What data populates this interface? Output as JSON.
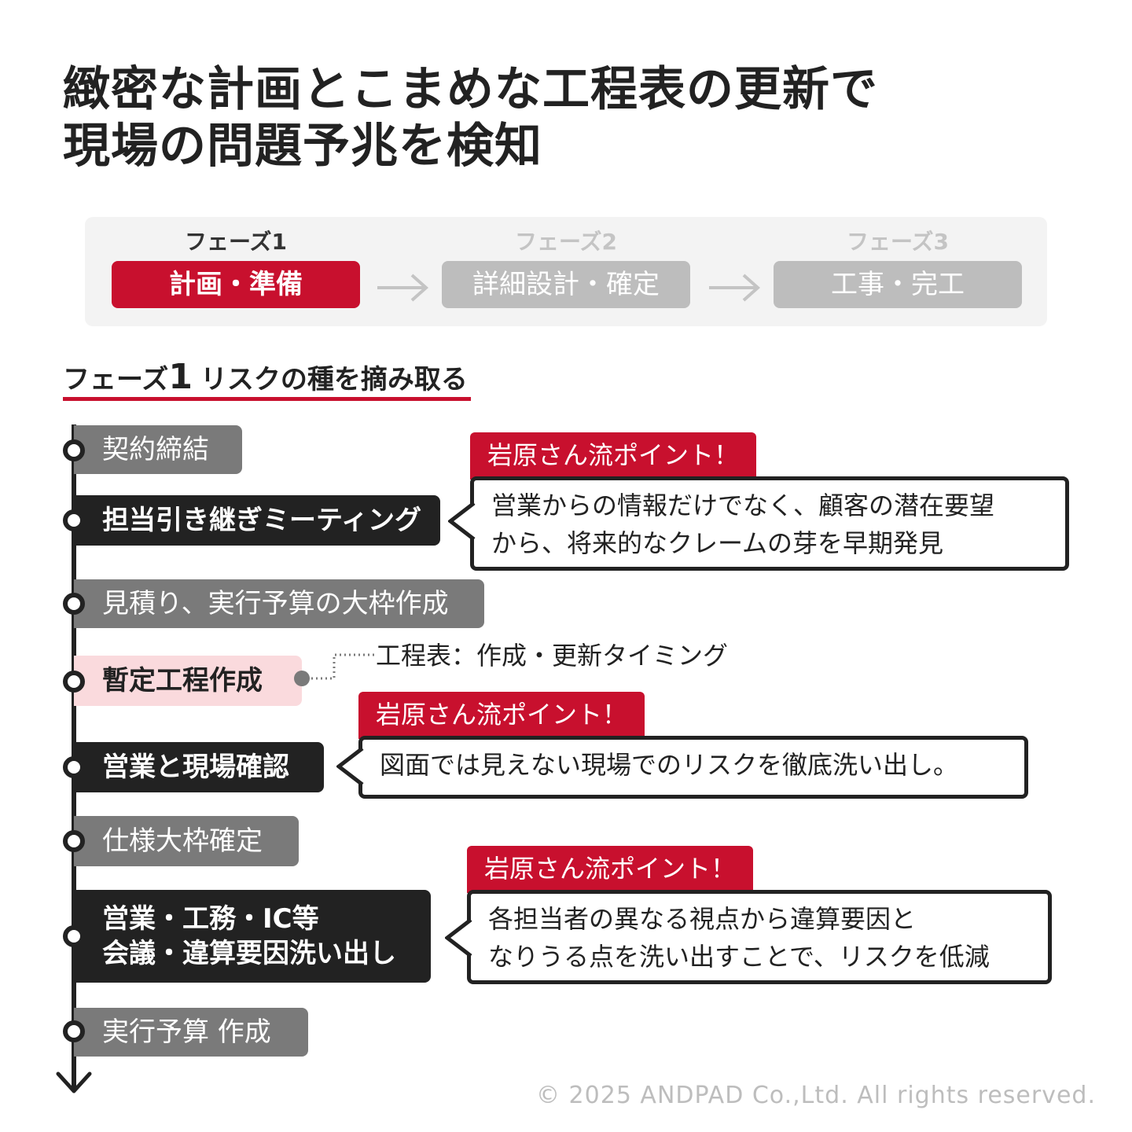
{
  "title": {
    "line1": "緻密な計画とこまめな工程表の更新で",
    "line2": "現場の問題予兆を検知"
  },
  "phases": [
    {
      "label": "フェーズ1",
      "name": "計画・準備",
      "active": true
    },
    {
      "label": "フェーズ2",
      "name": "詳細設計・確定",
      "active": false
    },
    {
      "label": "フェーズ3",
      "name": "工事・完工",
      "active": false
    }
  ],
  "section_heading": {
    "prefix": "フェーズ",
    "number": "1",
    "text": "リスクの種を摘み取る"
  },
  "steps": [
    {
      "lines": [
        "契約締結"
      ],
      "style": "gray"
    },
    {
      "lines": [
        "担当引き継ぎミーティング"
      ],
      "style": "dark"
    },
    {
      "lines": [
        "見積り、実行予算の大枠作成"
      ],
      "style": "gray"
    },
    {
      "lines": [
        "暫定工程作成"
      ],
      "style": "pink"
    },
    {
      "lines": [
        "営業と現場確認"
      ],
      "style": "dark"
    },
    {
      "lines": [
        "仕様大枠確定"
      ],
      "style": "gray"
    },
    {
      "lines": [
        "営業・工務・IC等",
        "会議・違算要因洗い出し"
      ],
      "style": "dark"
    },
    {
      "lines": [
        "実行予算 作成"
      ],
      "style": "gray"
    }
  ],
  "tips": [
    {
      "tag": "岩原さん流ポイント！",
      "lines": [
        "営業からの情報だけでなく、顧客の潜在要望",
        "から、将来的なクレームの芽を早期発見"
      ]
    },
    {
      "tag": "岩原さん流ポイント！",
      "lines": [
        "図面では見えない現場でのリスクを徹底洗い出し。"
      ]
    },
    {
      "tag": "岩原さん流ポイント！",
      "lines": [
        "各担当者の異なる視点から違算要因と",
        "なりうる点を洗い出すことで、リスクを低減"
      ]
    }
  ],
  "schedule_note": "工程表：作成・更新タイミング",
  "copyright": "© 2025 ANDPAD Co.,Ltd. All rights reserved.",
  "colors": {
    "accent": "#c8102e",
    "dark": "#222222",
    "gray": "#7a7a7a",
    "pink": "#fadadd",
    "inactive": "#bdbdbd"
  }
}
